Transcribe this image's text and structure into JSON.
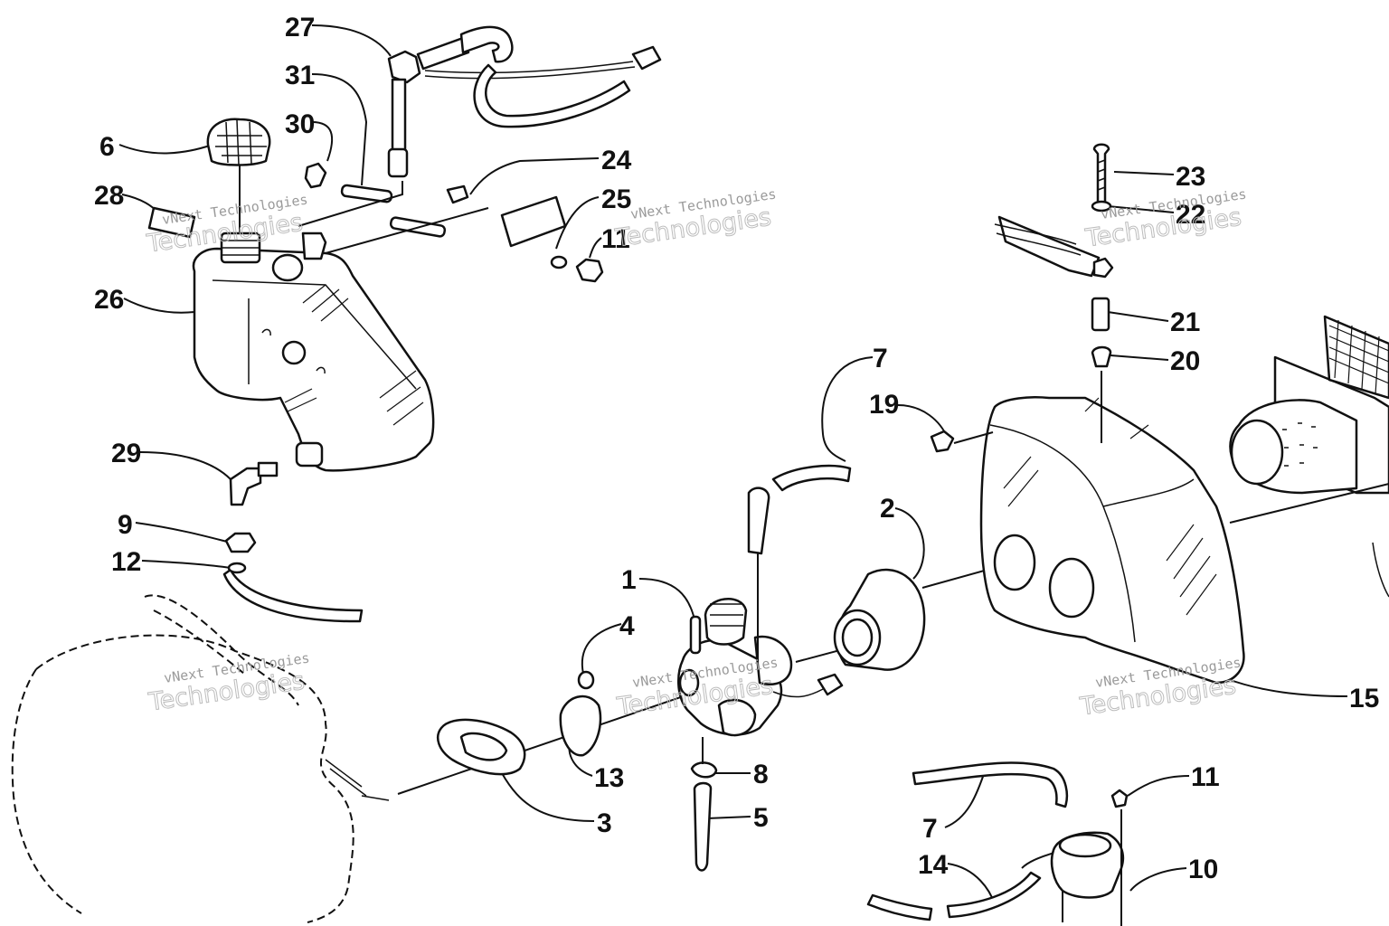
{
  "callouts": [
    {
      "id": "27",
      "text": "27"
    },
    {
      "id": "31",
      "text": "31"
    },
    {
      "id": "30",
      "text": "30"
    },
    {
      "id": "6",
      "text": "6"
    },
    {
      "id": "28",
      "text": "28"
    },
    {
      "id": "24",
      "text": "24"
    },
    {
      "id": "25",
      "text": "25"
    },
    {
      "id": "11a",
      "text": "11"
    },
    {
      "id": "26",
      "text": "26"
    },
    {
      "id": "29",
      "text": "29"
    },
    {
      "id": "9",
      "text": "9"
    },
    {
      "id": "12",
      "text": "12"
    },
    {
      "id": "23",
      "text": "23"
    },
    {
      "id": "22",
      "text": "22"
    },
    {
      "id": "21",
      "text": "21"
    },
    {
      "id": "20",
      "text": "20"
    },
    {
      "id": "7a",
      "text": "7"
    },
    {
      "id": "19",
      "text": "19"
    },
    {
      "id": "2",
      "text": "2"
    },
    {
      "id": "1",
      "text": "1"
    },
    {
      "id": "4",
      "text": "4"
    },
    {
      "id": "13",
      "text": "13"
    },
    {
      "id": "3",
      "text": "3"
    },
    {
      "id": "8",
      "text": "8"
    },
    {
      "id": "5",
      "text": "5"
    },
    {
      "id": "15",
      "text": "15"
    },
    {
      "id": "11b",
      "text": "11"
    },
    {
      "id": "7b",
      "text": "7"
    },
    {
      "id": "14",
      "text": "14"
    },
    {
      "id": "10",
      "text": "10"
    }
  ],
  "watermarks": [
    {
      "line1": "vNext Technologies",
      "line2": "Technologies"
    },
    {
      "line1": "vNext Technologies",
      "line2": "Technologies"
    },
    {
      "line1": "vNext Technologies",
      "line2": "Technologies"
    },
    {
      "line1": "vNext Technologies",
      "line2": "Technologies"
    },
    {
      "line1": "vNext Technologies",
      "line2": "Technologies"
    },
    {
      "line1": "vNext Technologies",
      "line2": "Technologies"
    }
  ],
  "colors": {
    "ink": "#111111",
    "paper": "#ffffff",
    "watermark": "#9a9a9a"
  }
}
